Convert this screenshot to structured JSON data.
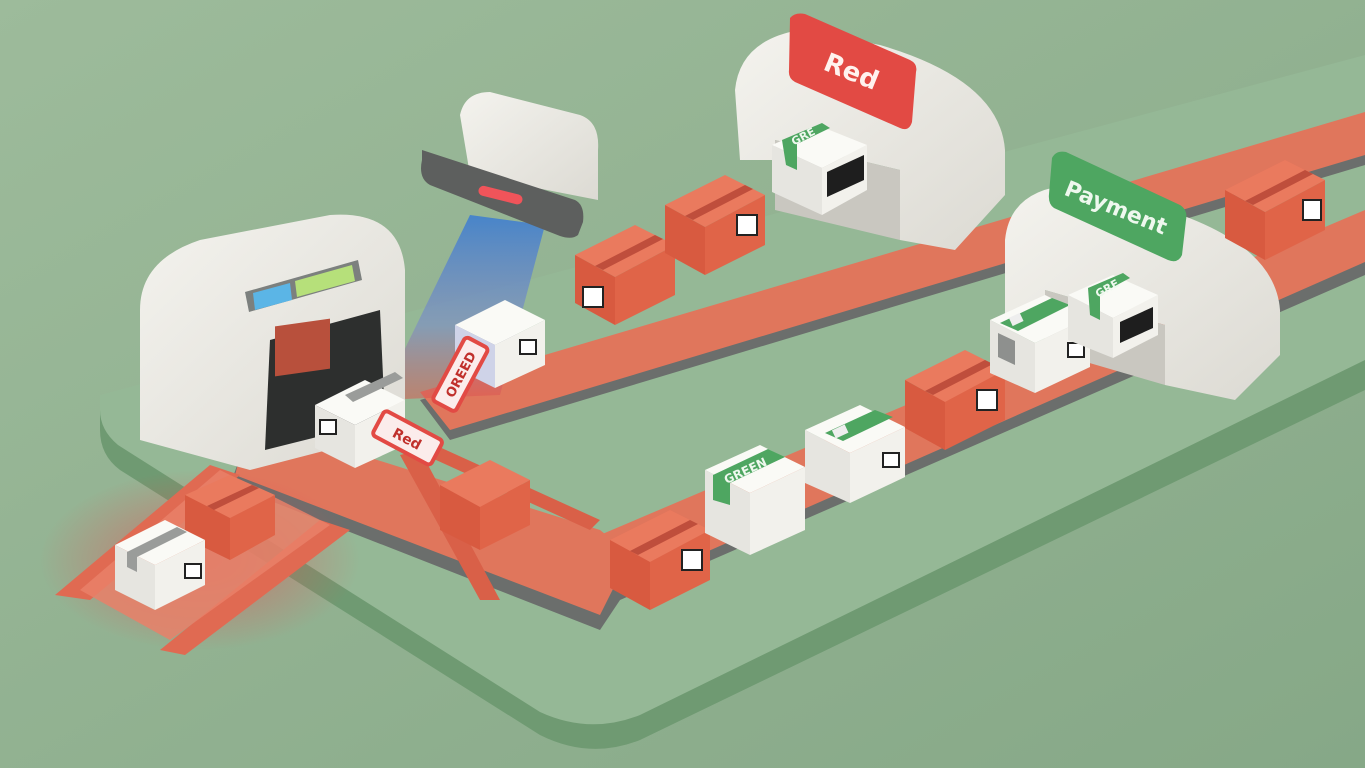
{
  "scene": {
    "description": "Isometric 3D illustration of a package sorting conveyor system",
    "colors": {
      "background": "#8fb08e",
      "platform_top": "#94b895",
      "platform_side": "#6f9a72",
      "belt": "#e0765c",
      "belt_rail": "#6b6e6c",
      "machine_white": "#ecebe6",
      "red_accent": "#e24a44",
      "green_accent": "#4ea661",
      "box_orange": "#e06448",
      "box_tape": "#bf4e3c",
      "box_white": "#f2f1ec",
      "scanner_gray": "#5d5f5e",
      "scan_beam": "#4a86c9",
      "indicator_blue": "#5bb5e6",
      "indicator_green": "#b6e07a"
    }
  },
  "gates": [
    {
      "id": "red-gate",
      "label": "Red",
      "color": "#e24a44"
    },
    {
      "id": "payment-gate",
      "label": "Payment",
      "color": "#4ea661"
    }
  ],
  "tags": [
    {
      "id": "tag-red",
      "label": "Red"
    },
    {
      "id": "tag-oreed",
      "label": "OREED"
    }
  ],
  "box_labels": [
    {
      "id": "green-label-1",
      "label": "GREEN"
    },
    {
      "id": "green-label-2",
      "label": "GRE"
    },
    {
      "id": "green-label-3",
      "label": "GRE"
    }
  ],
  "intake_machine": {
    "indicators": [
      "blue",
      "green"
    ]
  },
  "scanner": {
    "light_color": "#f0545a"
  }
}
